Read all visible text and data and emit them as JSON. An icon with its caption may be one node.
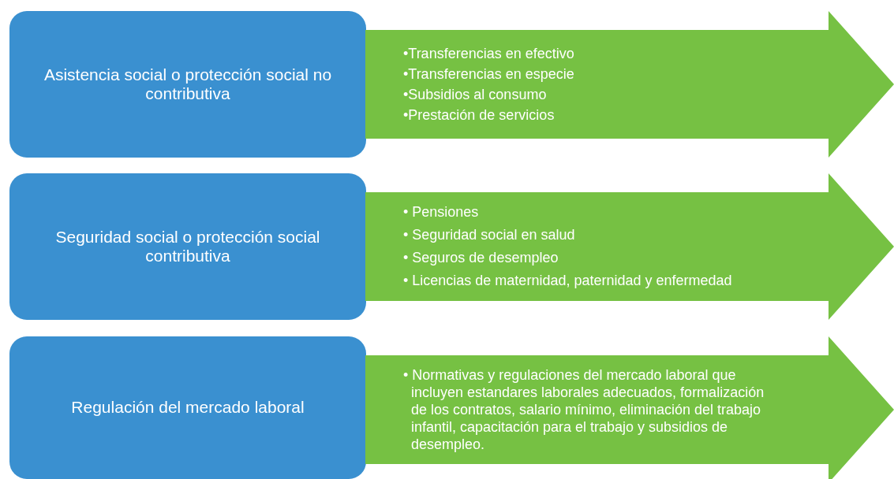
{
  "diagram": {
    "nodes": [
      {
        "text": [
          "Asistencia social o protección social no contributiva"
        ]
      },
      {
        "text": [
          "•Transferencias en efectivo",
          "•Transferencias en especie",
          "•Subsidios al consumo",
          "•Prestación de servicios"
        ]
      },
      {
        "text": [
          "Seguridad social o protección social contributiva"
        ]
      },
      {
        "text": [
          "• Pensiones",
          "• Seguridad social en salud",
          "• Seguros de desempleo",
          "• Licencias de maternidad, paternidad y enfermedad"
        ]
      },
      {
        "text": [
          "Regulación del mercado laboral"
        ]
      },
      {
        "text": [
          "• Normativas y regulaciones del mercado laboral que incluyen estandares laborales adecuados, formalización de los contratos, salario mínimo, eliminación del trabajo infantil, capacitación para el trabajo y subsidios de desempleo."
        ]
      }
    ]
  }
}
